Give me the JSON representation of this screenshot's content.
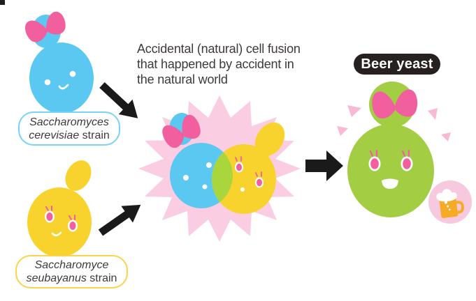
{
  "description": {
    "line1": "Accidental (natural) cell fusion",
    "line2": "that happened by accident in",
    "line3": "the natural world"
  },
  "labels": {
    "cerevisiae": {
      "line1": "Saccharomyces",
      "line2_italic": "cerevisiae",
      "line2_regular": " strain"
    },
    "seubayanus": {
      "line1": "Saccharomyce",
      "line2_italic": "seubayanus",
      "line2_regular": " strain"
    }
  },
  "beer_yeast_label": "Beer yeast",
  "icons": {
    "bow": "pink-ribbon-bow",
    "arrow_down_right": "black-arrow-down-right",
    "arrow_up_right": "black-arrow-up-right",
    "arrow_right": "black-arrow-right",
    "starburst": "pink-starburst",
    "sparkles": "pink-sparkle-triangles",
    "beer_mug": "beer-mug-in-pink-circle"
  },
  "colors": {
    "blue_cell": "#5bc8f2",
    "yellow_cell": "#f8d32e",
    "green_cell": "#a3ce44",
    "fusion_overlap": "#a9d63c",
    "bow_pink": "#f15f9e",
    "starburst_pink": "#facde3",
    "sparkle_pink": "#f8b9d4",
    "label_border_blue": "#79d3f4",
    "label_border_yellow": "#f9d44c",
    "badge_black": "#262021",
    "badge_circle_pink": "#f7c9df",
    "beer_amber": "#f5ab25",
    "arrow_black": "#1a1a1a",
    "text_dark": "#3e3a39"
  }
}
